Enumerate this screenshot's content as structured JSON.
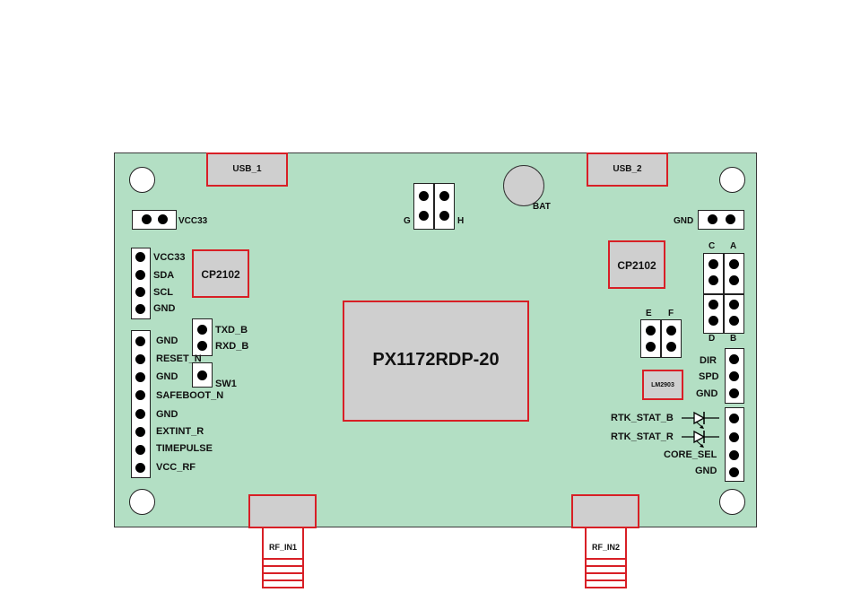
{
  "module": {
    "label": "PX1172RDP-20"
  },
  "usb": {
    "left": "USB_1",
    "right": "USB_2"
  },
  "battery": {
    "label": "BAT"
  },
  "bridges": {
    "left": "CP2102",
    "right": "CP2102"
  },
  "comparator": {
    "label": "LM2903"
  },
  "jumper_gh": {
    "left": "G",
    "right": "H"
  },
  "jumper_ef": {
    "left": "E",
    "right": "F"
  },
  "jumper_abcd": {
    "top_left": "C",
    "top_right": "A",
    "bottom_left": "D",
    "bottom_right": "B"
  },
  "left_power": {
    "label": "VCC33"
  },
  "right_power": {
    "label": "GND"
  },
  "i2c_header": {
    "pins": [
      "VCC33",
      "SDA",
      "SCL",
      "GND"
    ]
  },
  "uart_header": {
    "pins": [
      "TXD_B",
      "RXD_B"
    ]
  },
  "switch": {
    "label": "SW1"
  },
  "io_header": {
    "pins": [
      "GND",
      "RESET_N",
      "GND",
      "SAFEBOOT_N",
      "GND",
      "EXTINT_R",
      "TIMEPULSE",
      "VCC_RF"
    ]
  },
  "speed_header": {
    "pins": [
      "DIR",
      "SPD",
      "GND"
    ]
  },
  "status_header": {
    "pins": [
      "RTK_STAT_B",
      "RTK_STAT_R",
      "CORE_SEL",
      "GND"
    ]
  },
  "rf_inputs": {
    "left": "RF_IN1",
    "right": "RF_IN2"
  },
  "colors": {
    "board": "#b3dfc4",
    "outline": "#d81f26",
    "component": "#cfcfcf"
  }
}
